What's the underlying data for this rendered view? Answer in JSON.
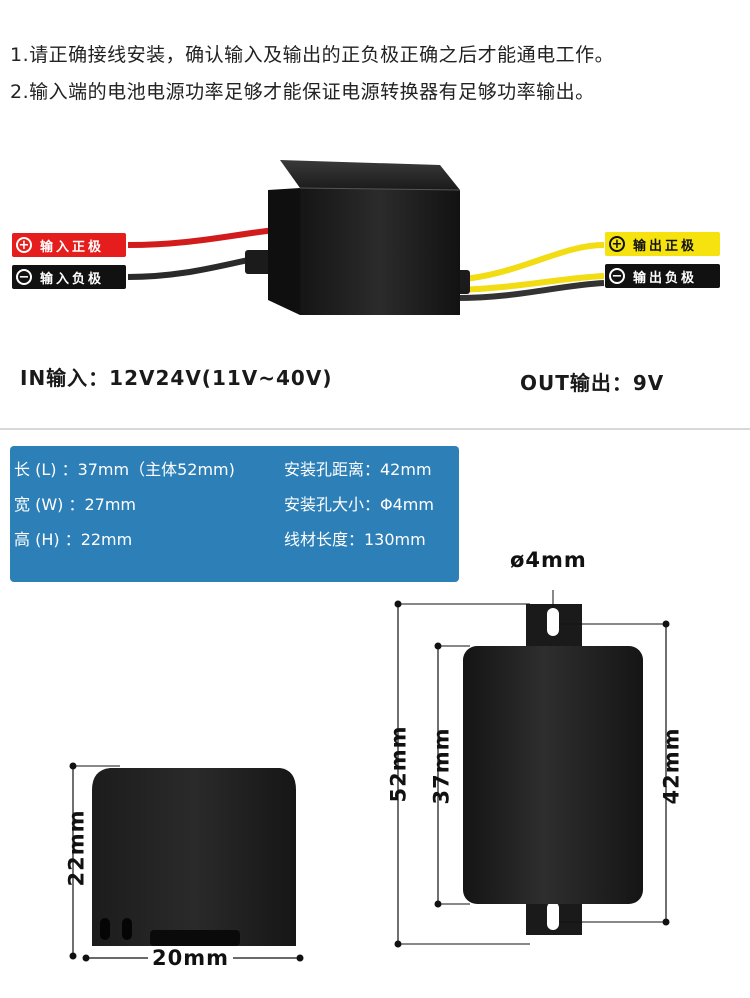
{
  "notes": [
    "1.请正确接线安装，确认输入及输出的正负极正确之后才能通电工作。",
    "2.输入端的电池电源功率足够才能保证电源转换器有足够功率输出。"
  ],
  "wire_labels": {
    "input_positive": {
      "symbol": "+",
      "text": "输入正极"
    },
    "input_negative": {
      "symbol": "−",
      "text": "输入负极"
    },
    "output_positive": {
      "symbol": "+",
      "text": "输出正极"
    },
    "output_negative": {
      "symbol": "−",
      "text": "输出负极"
    }
  },
  "voltage": {
    "input": "IN输入：12V24V(11V~40V)",
    "output": "OUT输出：9V"
  },
  "specs": {
    "length": "长 (L) ：37mm（主体52mm)",
    "mount_distance": "安装孔距离：42mm",
    "width": "宽 (W) ：27mm",
    "hole_size": "安装孔大小：Φ4mm",
    "height": "高 (H) ：22mm",
    "wire_length": "线材长度：130mm"
  },
  "dimensions": {
    "hole": "ø4mm",
    "total_length": "52mm",
    "body_length": "37mm",
    "hole_distance": "42mm",
    "side_height": "22mm",
    "side_width": "20mm"
  },
  "colors": {
    "spec_box": "#2d7fb7",
    "positive_in": "#e51d1d",
    "positive_out": "#f6e20f",
    "negative": "#111111"
  }
}
